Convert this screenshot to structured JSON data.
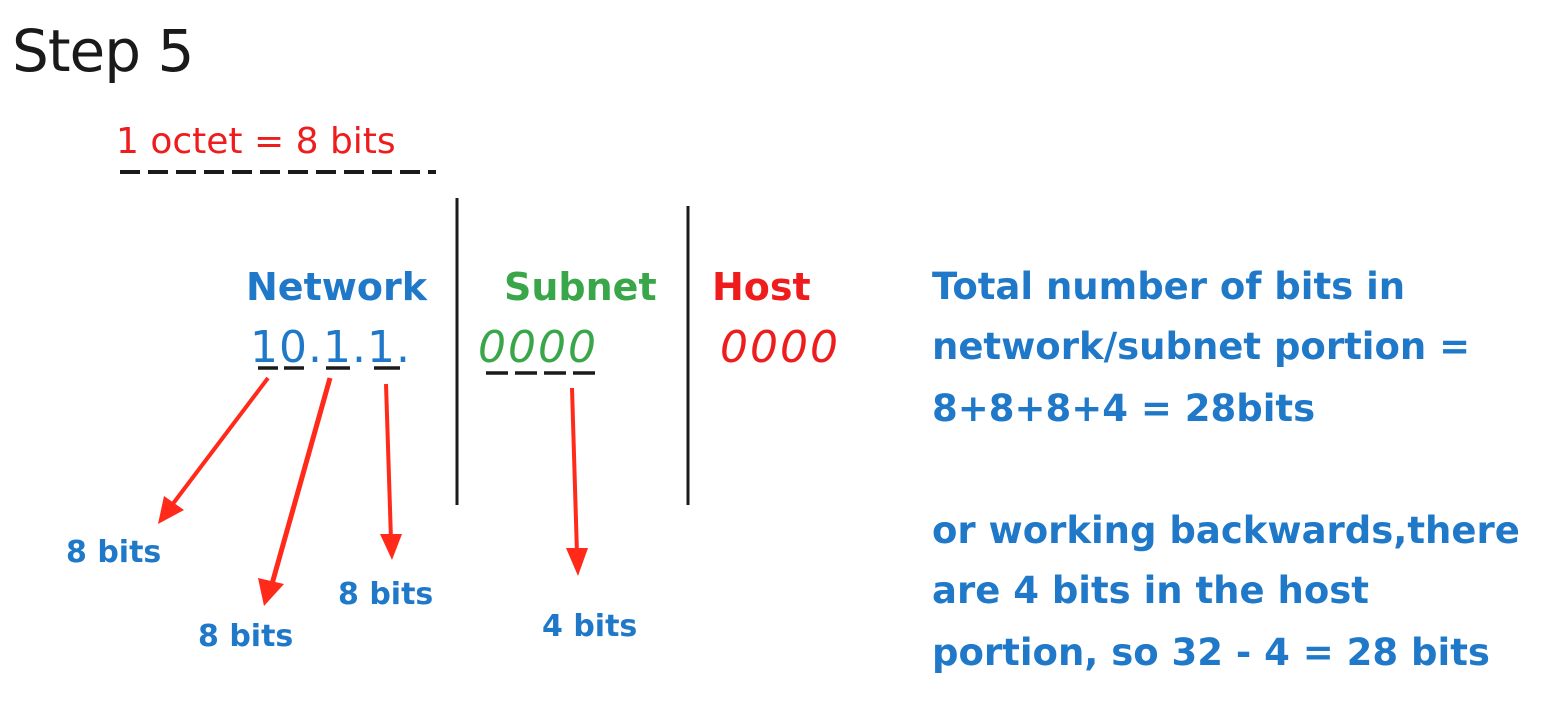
{
  "title": "Step 5",
  "octet_note": "1 octet = 8 bits",
  "sections": {
    "network": {
      "label": "Network",
      "value": "10.1.1."
    },
    "subnet": {
      "label": "Subnet",
      "value": "0000"
    },
    "host": {
      "label": "Host",
      "value": "0000"
    }
  },
  "bit_labels": [
    "8 bits",
    "8 bits",
    "8 bits",
    "4 bits"
  ],
  "explanation": {
    "line1": "Total number of bits in",
    "line2": "network/subnet portion =",
    "line3": "8+8+8+4 = 28bits",
    "line4": "or working backwards,there",
    "line5": "are 4 bits in the host",
    "line6": "portion, so 32 - 4 = 28 bits"
  },
  "colors": {
    "network": "#1f78c8",
    "subnet": "#3aa64a",
    "host": "#ee1c1c",
    "arrows": "#ff2a1a",
    "divider": "#1a1a1a"
  }
}
